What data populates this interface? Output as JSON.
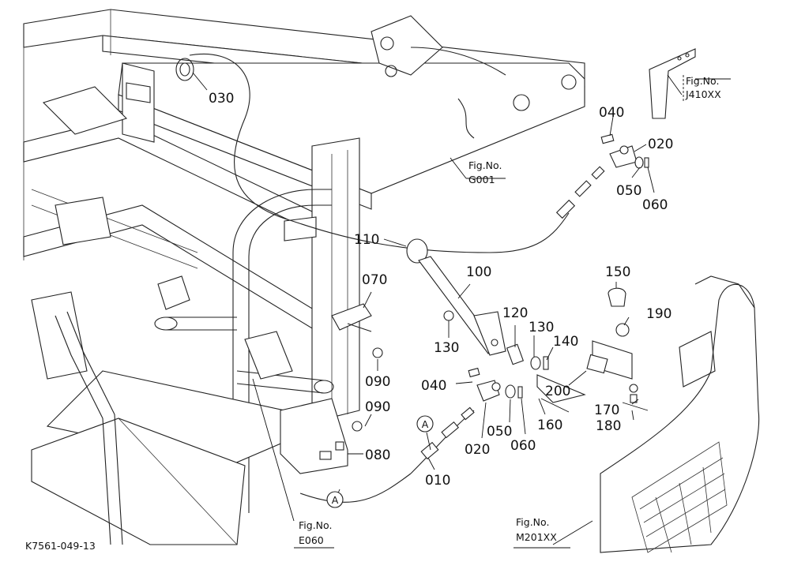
{
  "diagram": {
    "part_callouts": [
      {
        "id": "030",
        "text": "030"
      },
      {
        "id": "040a",
        "text": "040"
      },
      {
        "id": "020a",
        "text": "020"
      },
      {
        "id": "050a",
        "text": "050"
      },
      {
        "id": "060a",
        "text": "060"
      },
      {
        "id": "110",
        "text": "110"
      },
      {
        "id": "100",
        "text": "100"
      },
      {
        "id": "070",
        "text": "070"
      },
      {
        "id": "120",
        "text": "120"
      },
      {
        "id": "130a",
        "text": "130"
      },
      {
        "id": "130b",
        "text": "130"
      },
      {
        "id": "140",
        "text": "140"
      },
      {
        "id": "150",
        "text": "150"
      },
      {
        "id": "190",
        "text": "190"
      },
      {
        "id": "090a",
        "text": "090"
      },
      {
        "id": "090b",
        "text": "090"
      },
      {
        "id": "040b",
        "text": "040"
      },
      {
        "id": "200",
        "text": "200"
      },
      {
        "id": "170",
        "text": "170"
      },
      {
        "id": "180",
        "text": "180"
      },
      {
        "id": "160",
        "text": "160"
      },
      {
        "id": "050b",
        "text": "050"
      },
      {
        "id": "060b",
        "text": "060"
      },
      {
        "id": "020b",
        "text": "020"
      },
      {
        "id": "080",
        "text": "080"
      },
      {
        "id": "010",
        "text": "010"
      }
    ],
    "fig_refs": [
      {
        "id": "j410",
        "line1": "Fig.No.",
        "line2": "J410XX"
      },
      {
        "id": "g001",
        "line1": "Fig.No.",
        "line2": "G001"
      },
      {
        "id": "e060",
        "line1": "Fig.No.",
        "line2": "E060"
      },
      {
        "id": "m201",
        "line1": "Fig.No.",
        "line2": "M201XX"
      }
    ],
    "connector_marks": [
      {
        "id": "a-top",
        "text": "A"
      },
      {
        "id": "a-bottom",
        "text": "A"
      }
    ],
    "drawing_code": "K7561-049-13"
  }
}
